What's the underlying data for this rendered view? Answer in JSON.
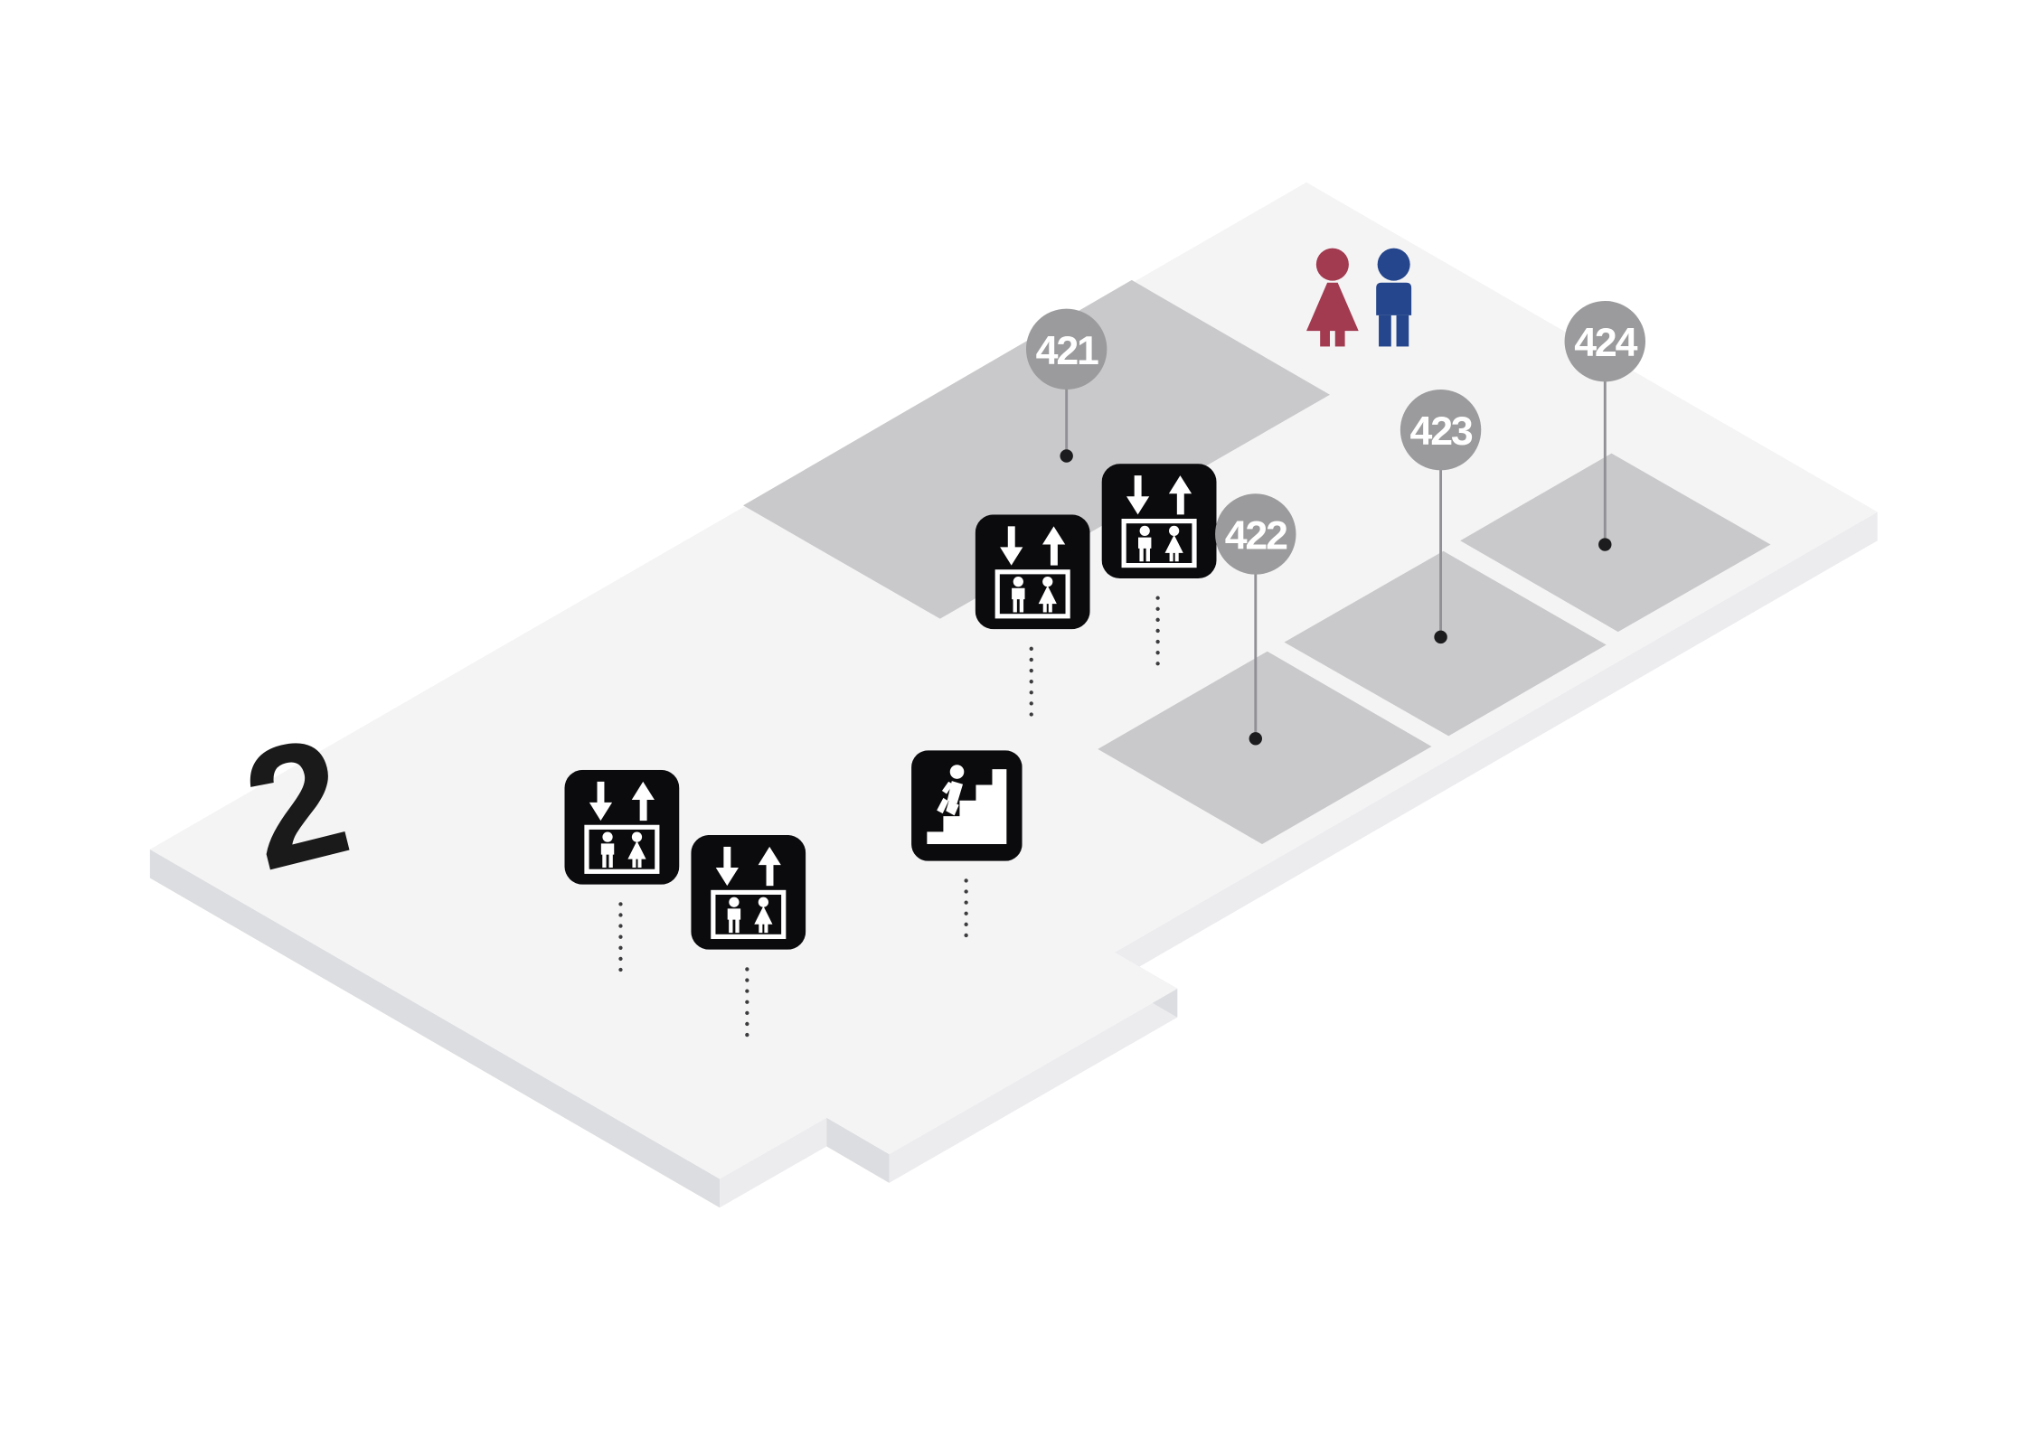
{
  "floor": {
    "label": "2"
  },
  "rooms": [
    {
      "label": "421"
    },
    {
      "label": "422"
    },
    {
      "label": "423"
    },
    {
      "label": "424"
    }
  ],
  "restrooms": {
    "female_icon": "female-restroom-icon",
    "male_icon": "male-restroom-icon"
  },
  "facility_icons": {
    "elevator": "elevator-icon",
    "elevator_count": 4,
    "stairs": "stairs-icon",
    "stairs_count": 1
  },
  "colors": {
    "background": "#ffffff",
    "floor_top": "#f4f4f5",
    "floor_side_light": "#ececef",
    "floor_side_dark": "#dcdde0",
    "room_area": "#c9c9cb",
    "badge": "#9b9b9d",
    "badge_text": "#ffffff",
    "leader_line": "#919195",
    "marker_dot": "#1c1c1e",
    "icon_background": "#0b0b0e",
    "icon_glyph": "#ffffff",
    "female": "#a23a50",
    "male": "#25468c",
    "floor_number": "#1a1a1a"
  }
}
